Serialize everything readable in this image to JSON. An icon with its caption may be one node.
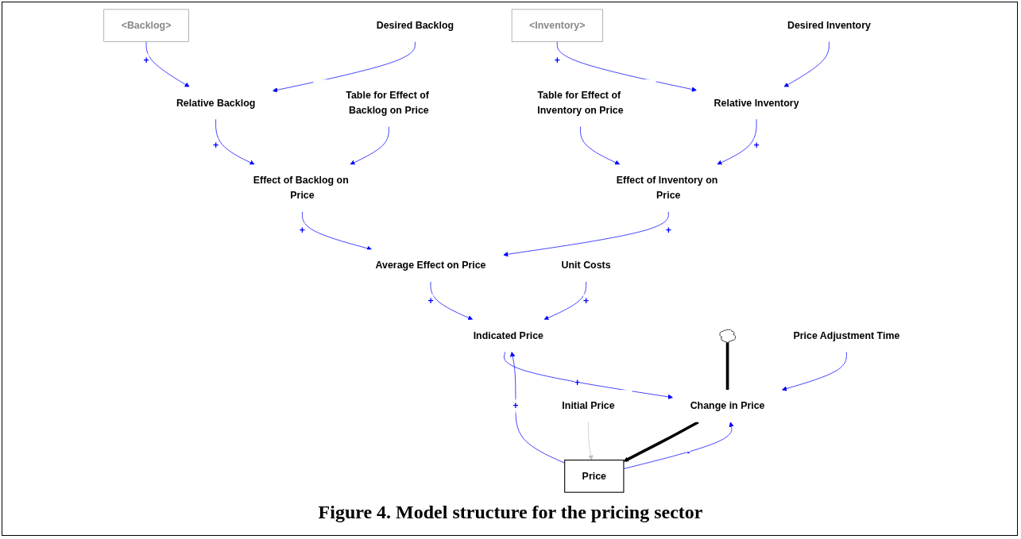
{
  "diagram": {
    "caption": "Figure 4. Model structure for the pricing sector",
    "nodes": [
      {
        "text": [
          "<Backlog>"
        ]
      },
      {
        "text": [
          "Relative Backlog"
        ]
      },
      {
        "text": [
          "Desired Backlog"
        ]
      },
      {
        "text": [
          "Table for Effect of Backlog on Price"
        ]
      },
      {
        "text": [
          "Effect of Backlog on Price"
        ]
      },
      {
        "text": [
          "Table for Effect of Inventory on Price"
        ]
      },
      {
        "text": [
          "Effect of Inventory on Price"
        ]
      },
      {
        "text": [
          "<Inventory>"
        ]
      },
      {
        "text": [
          "Relative Inventory"
        ]
      },
      {
        "text": [
          "Desired Inventory"
        ]
      },
      {
        "text": [
          "Average Effect on Price"
        ]
      },
      {
        "text": [
          "Unit Costs"
        ]
      },
      {
        "text": [
          "Indicated Price"
        ]
      },
      {
        "text": [],
        "shape": "cloud"
      },
      {
        "text": [
          "Change in Price"
        ]
      },
      {
        "text": [
          "Price"
        ]
      },
      {
        "text": [
          "Price Adjustment Time"
        ]
      },
      {
        "text": [
          "Initial Price"
        ]
      }
    ],
    "edges": [
      {
        "from": 3,
        "to": 4,
        "arrow": "to"
      },
      {
        "from": 0,
        "to": 1,
        "arrow": "to",
        "label": "+"
      },
      {
        "from": 2,
        "to": 1,
        "arrow": "to"
      },
      {
        "from": 1,
        "to": 4,
        "arrow": "to",
        "label": "+"
      },
      {
        "from": 5,
        "to": 6,
        "arrow": "to"
      },
      {
        "from": 7,
        "to": 8,
        "arrow": "to",
        "label": "+"
      },
      {
        "from": 9,
        "to": 8,
        "arrow": "to"
      },
      {
        "from": 8,
        "to": 6,
        "arrow": "to",
        "label": "+"
      },
      {
        "from": 4,
        "to": 10,
        "arrow": "to",
        "label": "+"
      },
      {
        "from": 6,
        "to": 10,
        "arrow": "to",
        "label": "+"
      },
      {
        "from": 10,
        "to": 12,
        "arrow": "to",
        "label": "+"
      },
      {
        "from": 11,
        "to": 12,
        "arrow": "to",
        "label": "+"
      },
      {
        "from": 12,
        "to": 14,
        "arrow": "to",
        "label": "+"
      },
      {
        "from": 15,
        "to": 14,
        "arrow": "to",
        "label": "-"
      },
      {
        "from": 15,
        "to": 12,
        "arrow": "to",
        "label": "+"
      },
      {
        "from": 13,
        "to": 14,
        "arrow": "none",
        "style": "thick",
        "color": "#000000"
      },
      {
        "from": 14,
        "to": 15,
        "arrow": "to",
        "style": "thick",
        "color": "#000000"
      },
      {
        "from": 16,
        "to": 14,
        "arrow": "to"
      },
      {
        "from": 17,
        "to": 15,
        "arrow": "to",
        "color": "#c0c0c0"
      }
    ]
  }
}
